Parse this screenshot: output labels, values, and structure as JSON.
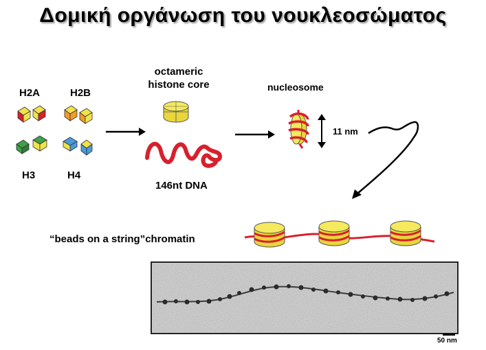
{
  "title": "Δομική οργάνωση του νουκλεοσώματος",
  "histones": {
    "h2a": "H2A",
    "h2b": "H2B",
    "h3": "H3",
    "h4": "H4"
  },
  "octamer_label": {
    "line1": "octameric",
    "line2": "histone core"
  },
  "dna_label": "146nt DNA",
  "nucleosome_label": "nucleosome",
  "size_label": "11 nm",
  "chromatin_label": "“beads on a string”chromatin",
  "scale_label": "50 nm",
  "colors": {
    "yellow": "#f0e24a",
    "red": "#d8202c",
    "orange": "#f39a2a",
    "green": "#3fa14a",
    "blue": "#4a9bd8"
  }
}
